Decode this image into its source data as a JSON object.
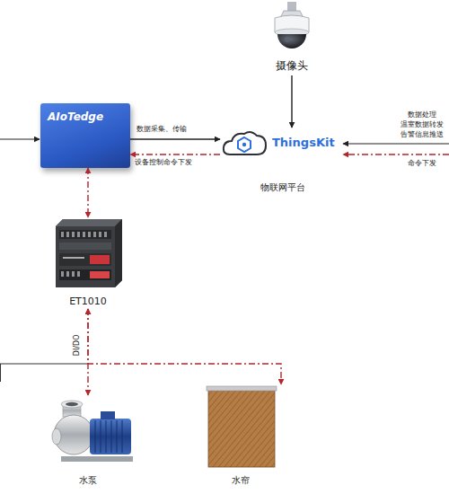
{
  "diagram": {
    "nodes": [
      {
        "text": [
          "摄像头"
        ]
      },
      {
        "text": [
          "AIoTedge"
        ]
      },
      {
        "text": [
          "ThingsKit",
          "物联网平台"
        ]
      },
      {
        "text": [
          "ET1010"
        ]
      },
      {
        "text": [
          "水泵"
        ]
      },
      {
        "text": [
          "水帘"
        ]
      }
    ],
    "edges": [
      {
        "from": 0,
        "to": 2,
        "arrow": "to"
      },
      {
        "from": 1,
        "to": 2,
        "label": "数据采集、传输",
        "arrow": "to"
      },
      {
        "from": 2,
        "to": 1,
        "label": "设备控制命令下发",
        "arrow": "to"
      },
      {
        "from": 1,
        "to": 3,
        "arrow": "both"
      },
      {
        "from": 3,
        "to": 4,
        "label": "DI/DO",
        "arrow": "both"
      },
      {
        "from": 3,
        "to": 5,
        "arrow": "both"
      }
    ],
    "labels": [
      "数据处理",
      "温室数据转发",
      "告警信息推送",
      "命令下发"
    ]
  }
}
